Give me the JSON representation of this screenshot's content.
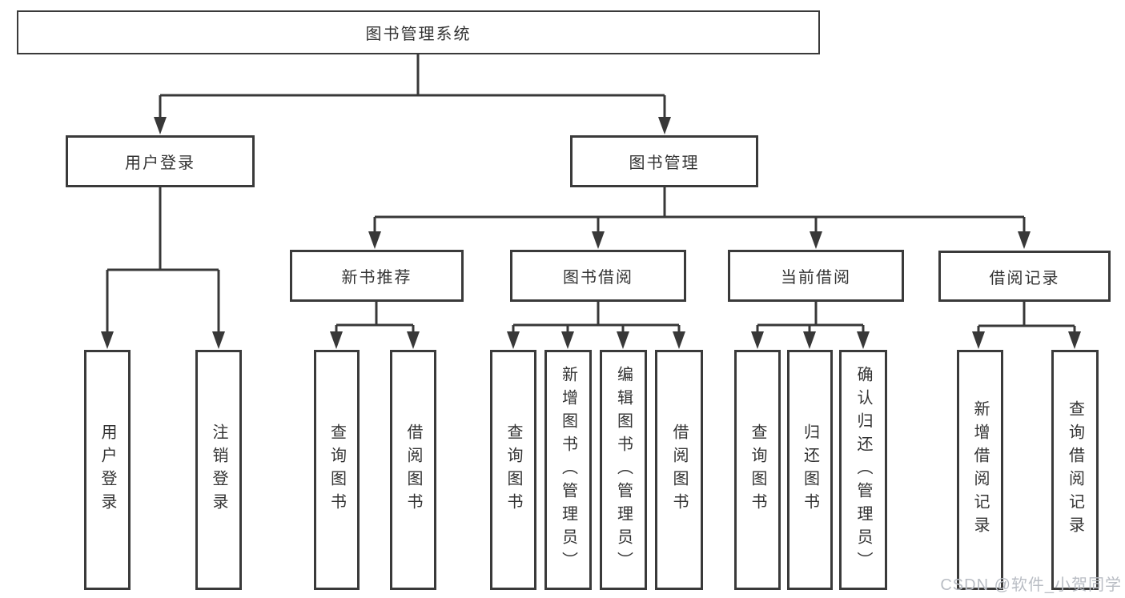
{
  "diagram": {
    "type": "hierarchy-tree",
    "colors": {
      "line": "#383838",
      "box_border": "#3a3a3a",
      "box_fill": "#ffffff",
      "text": "#333333",
      "watermark_text_color": "#b9bdc4"
    },
    "root": {
      "label": "图书管理系统"
    },
    "level1": [
      {
        "label": "用户登录"
      },
      {
        "label": "图书管理"
      }
    ],
    "level2": [
      {
        "label": "新书推荐"
      },
      {
        "label": "图书借阅"
      },
      {
        "label": "当前借阅"
      },
      {
        "label": "借阅记录"
      }
    ],
    "leaves": [
      {
        "label": "用户登录",
        "parent": "用户登录"
      },
      {
        "label": "注销登录",
        "parent": "用户登录"
      },
      {
        "label": "查询图书",
        "parent": "新书推荐"
      },
      {
        "label": "借阅图书",
        "parent": "新书推荐"
      },
      {
        "label": "查询图书",
        "parent": "图书借阅"
      },
      {
        "label": "新增图书（管理员）",
        "parent": "图书借阅"
      },
      {
        "label": "编辑图书（管理员）",
        "parent": "图书借阅"
      },
      {
        "label": "借阅图书",
        "parent": "图书借阅"
      },
      {
        "label": "查询图书",
        "parent": "当前借阅"
      },
      {
        "label": "归还图书",
        "parent": "当前借阅"
      },
      {
        "label": "确认归还（管理员）",
        "parent": "当前借阅"
      },
      {
        "label": "新增借阅记录",
        "parent": "借阅记录"
      },
      {
        "label": "查询借阅记录",
        "parent": "借阅记录"
      }
    ],
    "watermark": "CSDN @软件_小贺同学"
  }
}
